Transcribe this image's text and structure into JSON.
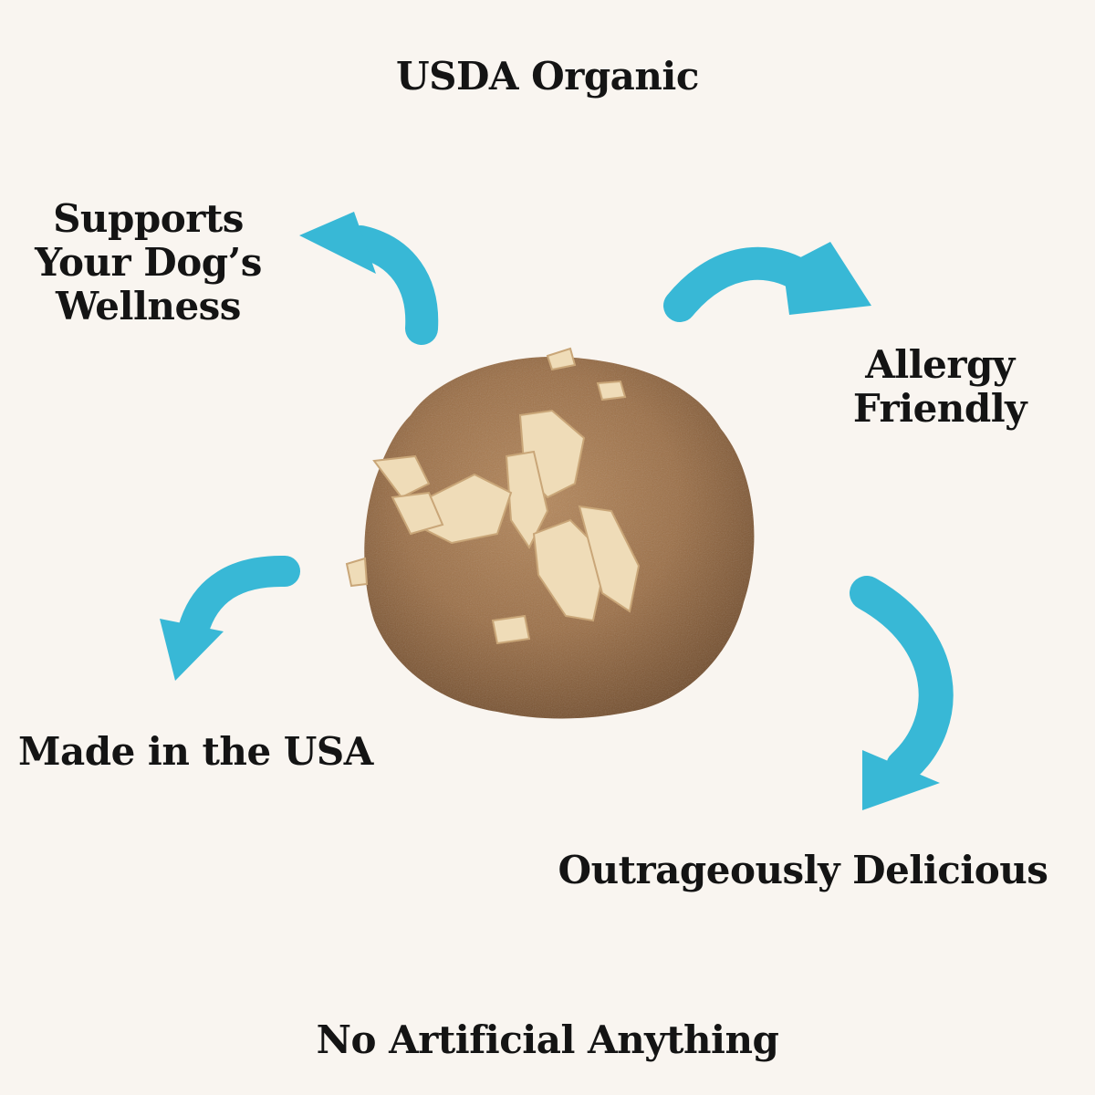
{
  "labels": {
    "usda_organic": "USDA Organic",
    "wellness": [
      "Supports",
      "Your Dog’s",
      "Wellness"
    ],
    "allergy": [
      "Allergy",
      "Friendly"
    ],
    "made_in_usa": "Made in the USA",
    "delicious": "Outrageously Delicious",
    "no_artificial": "No Artificial Anything"
  },
  "colors": {
    "background": "#f9f5f0",
    "arrow": "#38b8d6",
    "text": "#141414"
  }
}
